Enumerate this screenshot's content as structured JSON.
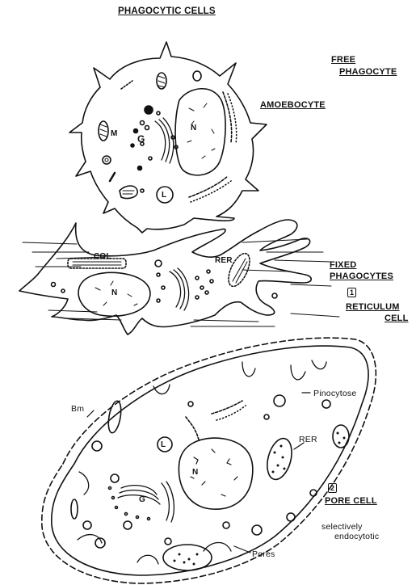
{
  "title": "PHAGOCYTIC CELLS",
  "sections": {
    "free": {
      "line1": "FREE",
      "line2": "PHAGOCYTE",
      "cell_name": "AMOEBOCYTE"
    },
    "fixed": {
      "line1": "FIXED",
      "line2": "PHAGOCYTES",
      "reticulum_number": "1",
      "reticulum_line1": "RETICULUM",
      "reticulum_line2": "CELL",
      "pore_number": "2",
      "pore_name": "PORE CELL",
      "pore_note_line1": "selectively",
      "pore_note_line2": "endocytotic"
    }
  },
  "labels": {
    "amoebocyte": {
      "m": "M",
      "g": "G",
      "n": "N",
      "l": "L"
    },
    "reticulum": {
      "col": "COL",
      "rer": "RER",
      "n": "N"
    },
    "pore": {
      "bm": "Bm",
      "pinocytose": "Pinocytose",
      "rer": "RER",
      "l": "L",
      "n": "N",
      "g": "G",
      "pores": "Pores"
    }
  },
  "colors": {
    "ink": "#111111",
    "paper": "#ffffff"
  }
}
